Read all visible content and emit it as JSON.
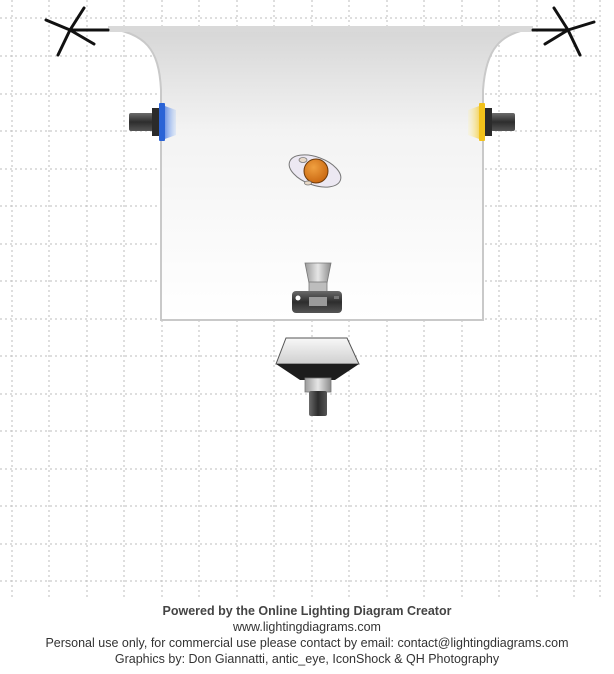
{
  "footer": {
    "title": "Powered by the Online Lighting Diagram Creator",
    "url": "www.lightingdiagrams.com",
    "license": "Personal use only, for commercial use please contact by email: contact@lightingdiagrams.com",
    "graphics": "Graphics by: Don Giannatti, antic_eye, IconShock & QH Photography"
  },
  "colors": {
    "grid": "#bdbdbd",
    "backdrop_edge": "#c9c9c9",
    "left_gel": "#2a63d6",
    "right_gel": "#f2c21b",
    "subject": "#d9761a",
    "light_body": "#3a3a3a",
    "softbox_face": "#eeeeee"
  },
  "icons": {
    "stand_left": "light-stand-icon",
    "stand_right": "light-stand-icon",
    "light_left": "strobe-icon",
    "light_right": "strobe-icon",
    "subject": "person-icon",
    "camera": "camera-icon",
    "key_light": "softbox-icon"
  }
}
